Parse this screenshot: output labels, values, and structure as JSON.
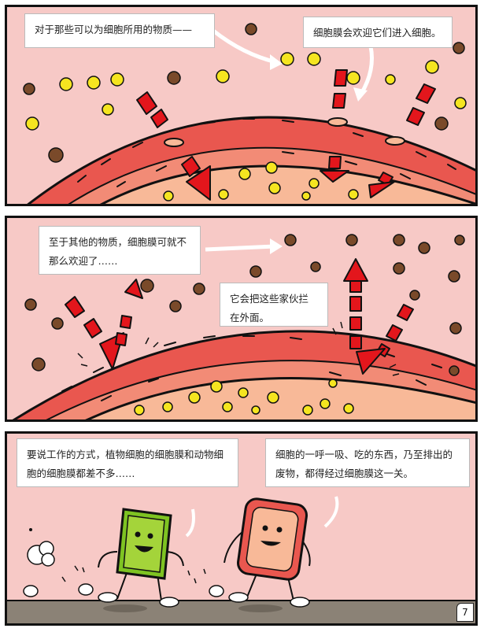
{
  "panels": [
    {
      "captions": [
        "对于那些可以为细胞所用的物质——",
        "细胞膜会欢迎它们进入细胞。"
      ]
    },
    {
      "captions": [
        "至于其他的物质，细胞膜可就不那么欢迎了……",
        "它会把这些家伙拦在外面。"
      ]
    },
    {
      "captions": [
        "要说工作的方式，植物细胞的细胞膜和动物细胞的细胞膜都差不多……",
        "细胞的一呼一吸、吃的东西，乃至排出的废物，都得经过细胞膜这一关。"
      ]
    }
  ],
  "page_number": "7",
  "colors": {
    "background": "#f7c9c6",
    "membrane_outer": "#e9574f",
    "membrane_inner": "#f28b76",
    "cell_interior": "#f8b998",
    "arrow": "#e3161c",
    "yellow_particle": "#f5e520",
    "brown_particle": "#7a4a2a",
    "plant_cell": "#7ec322",
    "animal_cell": "#f39a80",
    "ground": "#8b8276"
  },
  "characters": {
    "plant_cell": "plant-cell-character",
    "animal_cell": "animal-cell-character"
  }
}
